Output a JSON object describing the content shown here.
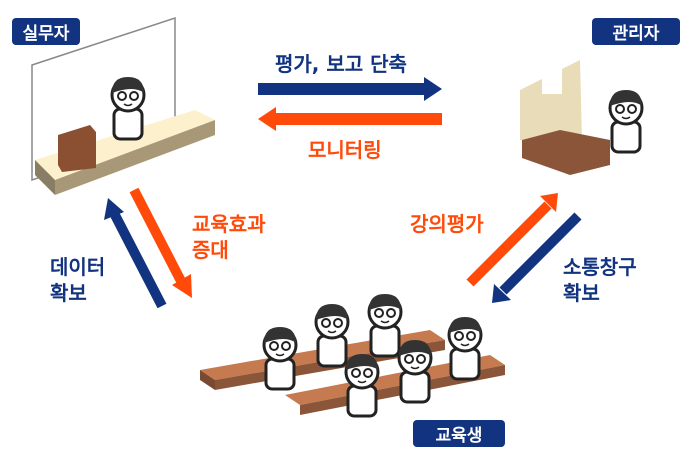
{
  "roles": {
    "practitioner": "실무자",
    "manager": "관리자",
    "students": "교육생"
  },
  "flows": {
    "top_right": "평가, 보고 단축",
    "top_left": "모니터링",
    "left_down_line1": "교육효과",
    "left_down_line2": "증대",
    "left_up_line1": "데이터",
    "left_up_line2": "확보",
    "right_up": "강의평가",
    "right_down_line1": "소통창구",
    "right_down_line2": "확보"
  },
  "colors": {
    "navy": "#12337f",
    "orange": "#ff4a0a",
    "desk": "#8b5a3c"
  }
}
